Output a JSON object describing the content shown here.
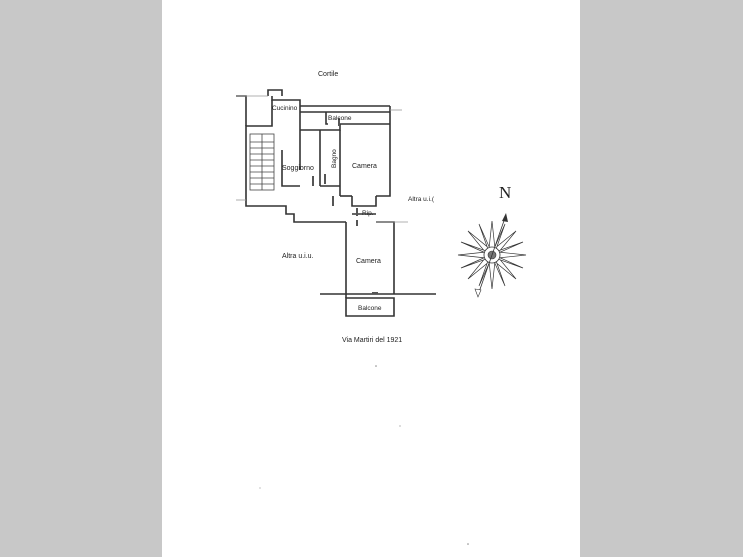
{
  "labels": {
    "cortile": "Cortile",
    "cucinino": "Cucinino",
    "balcone_top": "Balcone",
    "soggiorno": "Soggiorno",
    "bagno": "Bagno",
    "camera_top": "Camera",
    "altra_right": "Altra u.i.(",
    "rip": "Rip.",
    "altra_left": "Altra u.i.u.",
    "camera_bottom": "Camera",
    "balcone_bottom": "Balcone",
    "street": "Via Martiri del 1921",
    "north": "N"
  },
  "icons": [
    "compass-rose-icon",
    "stair-icon"
  ]
}
